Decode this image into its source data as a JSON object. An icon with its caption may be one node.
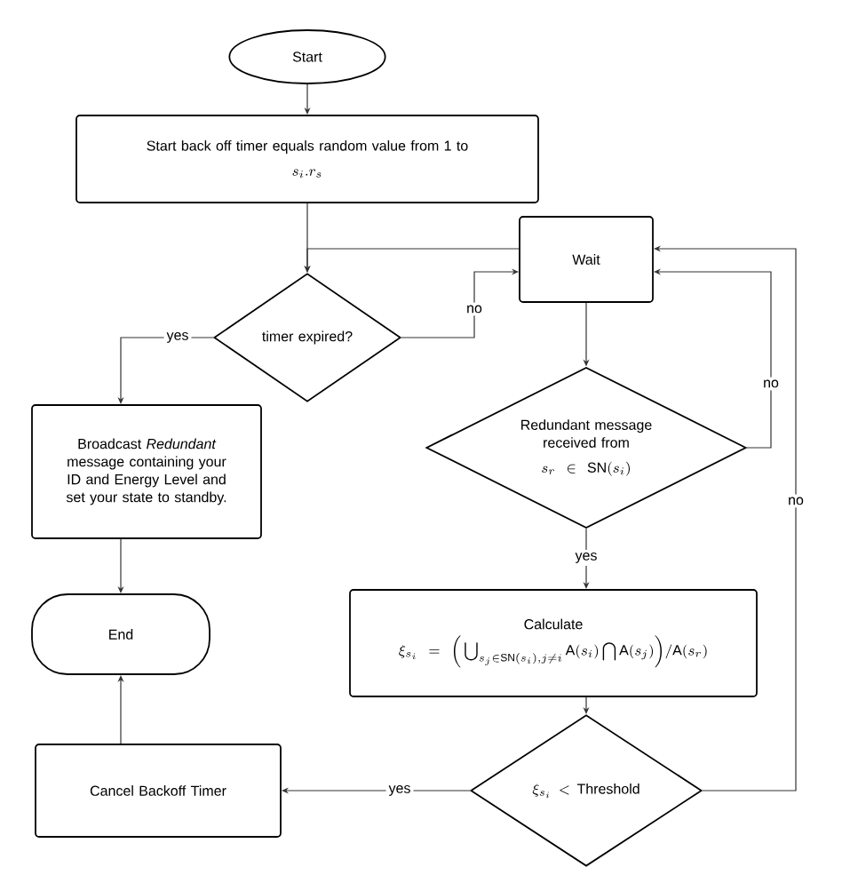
{
  "diagram": {
    "nodes": [
      {
        "text": [
          "Start"
        ]
      },
      {
        "text": [
          "Start back off timer equals random value from 1 to",
          "s_i . r_s"
        ]
      },
      {
        "text": [
          "Wait"
        ]
      },
      {
        "text": [
          "timer expired?"
        ]
      },
      {
        "text": [
          "Redundant message received from",
          "s_r \\in \\mathrm{SN}(s_i)"
        ]
      },
      {
        "text": [
          "Broadcast *Redundant* message containing your ID and Energy Level and set your state to standby."
        ]
      },
      {
        "text": [
          "Calculate",
          "\\xi_{s_i} = \\Big( \\bigcup_{s_j \\in \\mathrm{SN}(s_i), j \\neq i} \\mathrm{A}(s_i) \\bigcap \\mathrm{A}(s_j) \\Big) / \\mathrm{A}(s_r)"
        ]
      },
      {
        "text": [
          "End"
        ]
      },
      {
        "text": [
          "\\xi_{s_i} < \\mathrm{Threshold}"
        ]
      },
      {
        "text": [
          "Cancel Backoff Timer"
        ]
      }
    ],
    "edges": [
      {
        "from": 0,
        "to": 1,
        "arrow": "to"
      },
      {
        "from": 1,
        "to": 3,
        "arrow": "to"
      },
      {
        "from": 2,
        "to": 3,
        "arrow": "to"
      },
      {
        "from": 3,
        "to": 2,
        "arrow": "to",
        "label": "no"
      },
      {
        "from": 3,
        "to": 5,
        "arrow": "to",
        "label": "yes"
      },
      {
        "from": 2,
        "to": 4,
        "arrow": "to"
      },
      {
        "from": 4,
        "to": 2,
        "arrow": "to",
        "label": "no"
      },
      {
        "from": 4,
        "to": 6,
        "arrow": "to",
        "label": "yes"
      },
      {
        "from": 6,
        "to": 8,
        "arrow": "to"
      },
      {
        "from": 8,
        "to": 2,
        "arrow": "to",
        "label": "no"
      },
      {
        "from": 8,
        "to": 9,
        "arrow": "to",
        "label": "yes"
      },
      {
        "from": 5,
        "to": 7,
        "arrow": "to"
      },
      {
        "from": 9,
        "to": 7,
        "arrow": "to"
      }
    ]
  }
}
